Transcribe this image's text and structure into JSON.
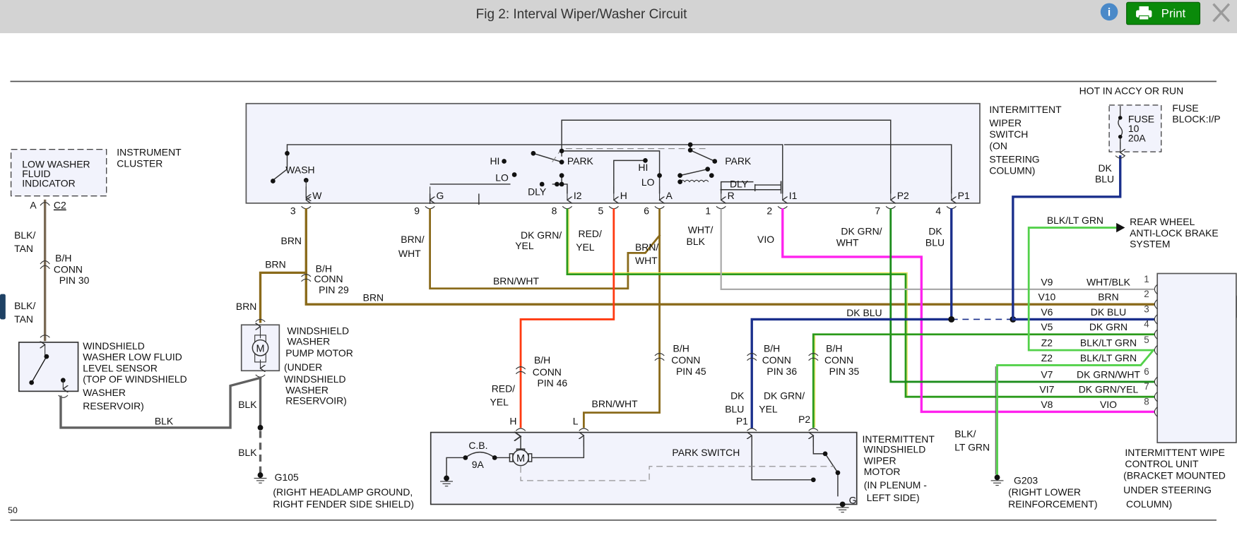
{
  "window": {
    "title": "Fig 2: Interval Wiper/Washer Circuit",
    "info_icon": "info-icon",
    "print_label": "Print",
    "print_icon": "printer-icon",
    "close_icon": "close-icon",
    "prev_icon": "chevron-left-icon",
    "next_icon": "play-right-icon",
    "page_fragment": "50"
  },
  "colors": {
    "header_bg": "#d3d3d3",
    "print_button": "#0a8a0a",
    "info_icon": "#4a89c8",
    "component_fill": "#f2f3fc",
    "wire_brn": "#8a6a1a",
    "wire_brn_wht": "#8a6a1a",
    "wire_blk_tan": "#7a6a55",
    "wire_blk": "#606060",
    "wire_red_yel": "#ff3a10",
    "wire_dk_grn": "#1c8c1c",
    "wire_dk_grn_yel": "#2a9a1a",
    "wire_lt_grn": "#53d14a",
    "wire_vio": "#ff22ee",
    "wire_dk_blu": "#1a2f8c",
    "wire_wht_blk": "#aaaaaa"
  },
  "labels": {
    "instrument_cluster": [
      "INSTRUMENT",
      "CLUSTER"
    ],
    "low_washer_indicator": [
      "LOW WASHER",
      "FLUID",
      "INDICATOR"
    ],
    "cluster_pin_a": "A",
    "cluster_conn_c2": "C2",
    "blk_tan_1": [
      "BLK/",
      "TAN"
    ],
    "blk_tan_2": [
      "BLK/",
      "TAN"
    ],
    "bh_pin30": [
      "B/H",
      "CONN",
      "PIN 30"
    ],
    "low_fluid_sensor": [
      "WINDSHIELD",
      "WASHER LOW FLUID",
      "LEVEL SENSOR",
      "(TOP OF WINDSHIELD",
      "WASHER",
      "RESERVOIR)"
    ],
    "blk_bottom": "BLK",
    "pump_motor": [
      "WINDSHIELD",
      "WASHER",
      "PUMP MOTOR",
      "(UNDER",
      "WINDSHIELD",
      "WASHER",
      "RESERVOIR)"
    ],
    "motor_m": "M",
    "brn_a": "BRN",
    "brn_b": "BRN",
    "brn_c": "BRN",
    "brn_d": "BRN",
    "bh_pin29": [
      "B/H",
      "CONN",
      "PIN 29"
    ],
    "blk_pump1": "BLK",
    "blk_pump2": "BLK",
    "g105": "G105",
    "g105_desc": [
      "(RIGHT HEADLAMP GROUND,",
      "RIGHT FENDER SIDE SHIELD)"
    ],
    "switch_title": [
      "INTERMITTENT",
      "WIPER",
      "SWITCH",
      "(ON",
      "STEERING",
      "COLUMN)"
    ],
    "sw_wash": "WASH",
    "sw_hi1": "HI",
    "sw_lo1": "LO",
    "sw_dly1": "DLY",
    "sw_park1": "PARK",
    "sw_hi2": "HI",
    "sw_lo2": "LO",
    "sw_park2": "PARK",
    "sw_dly2": "DLY",
    "terminals": [
      {
        "pin": "3",
        "term": "W"
      },
      {
        "pin": "9",
        "term": "G"
      },
      {
        "pin": "8",
        "term": "I2"
      },
      {
        "pin": "5",
        "term": "H"
      },
      {
        "pin": "6",
        "term": "A"
      },
      {
        "pin": "1",
        "term": "R"
      },
      {
        "pin": "2",
        "term": "I1"
      },
      {
        "pin": "7",
        "term": "P2"
      },
      {
        "pin": "4",
        "term": "P1"
      }
    ],
    "brn_wht_9": [
      "BRN/",
      "WHT"
    ],
    "dk_grn_yel_8": [
      "DK GRN/",
      "YEL"
    ],
    "red_yel_5": [
      "RED/",
      "YEL"
    ],
    "brn_wht_6": [
      "BRN/",
      "WHT"
    ],
    "wht_blk_1": [
      "WHT/",
      "BLK"
    ],
    "vio_2": "VIO",
    "dk_grn_wht_7": [
      "DK GRN/",
      "WHT"
    ],
    "dk_blu_4": [
      "DK",
      "BLU"
    ],
    "brn_wht_h": "BRN/WHT",
    "dk_blu_h": "DK BLU",
    "hot_in": "HOT IN ACCY OR RUN",
    "fuse": [
      "FUSE",
      "10",
      "20A"
    ],
    "fuse_block": [
      "FUSE",
      "BLOCK:I/P"
    ],
    "fuse_dk_blu": [
      "DK",
      "BLU"
    ],
    "blk_lt_grn_abs": "BLK/LT GRN",
    "abs": [
      "REAR WHEEL",
      "ANTI-LOCK BRAKE",
      "SYSTEM"
    ],
    "bh_pin46": [
      "B/H",
      "CONN",
      "PIN 46"
    ],
    "red_yel_motor": [
      "RED/",
      "YEL"
    ],
    "bh_pin45": [
      "B/H",
      "CONN",
      "PIN 45"
    ],
    "brn_wht_motor": "BRN/WHT",
    "bh_pin36": [
      "B/H",
      "CONN",
      "PIN 36"
    ],
    "bh_pin35": [
      "B/H",
      "CONN",
      "PIN 35"
    ],
    "dk_blu_motor": [
      "DK",
      "BLU"
    ],
    "dk_grn_yel_motor": [
      "DK GRN/",
      "YEL"
    ],
    "motor_terms": {
      "h": "H",
      "l": "L",
      "p1": "P1",
      "p2": "P2",
      "g": "G"
    },
    "cb": "C.B.",
    "cb_rating": "9A",
    "park_switch": "PARK SWITCH",
    "wiper_motor": [
      "INTERMITTENT",
      "WINDSHIELD",
      "WIPER",
      "MOTOR",
      "(IN PLENUM -",
      " LEFT SIDE)"
    ],
    "blk_lt_grn_g203": [
      "BLK/",
      "LT GRN"
    ],
    "g203": "G203",
    "g203_desc": [
      "(RIGHT LOWER",
      "REINFORCEMENT)"
    ],
    "control_unit": [
      "INTERMITTENT WIPE",
      "CONTROL UNIT",
      "(BRACKET MOUNTED",
      "UNDER STEERING",
      " COLUMN)"
    ],
    "control_pins": [
      {
        "circuit": "V9",
        "color": "WHT/BLK",
        "pin": "1"
      },
      {
        "circuit": "V10",
        "color": "BRN",
        "pin": "2"
      },
      {
        "circuit": "V6",
        "color": "DK BLU",
        "pin": "3"
      },
      {
        "circuit": "V5",
        "color": "DK GRN",
        "pin": "4"
      },
      {
        "circuit": "Z2",
        "color": "BLK/LT GRN",
        "pin": "5"
      },
      {
        "circuit": "Z2",
        "color": "BLK/LT GRN",
        "pin": ""
      },
      {
        "circuit": "V7",
        "color": "DK GRN/WHT",
        "pin": "6"
      },
      {
        "circuit": "VI7",
        "color": "DK GRN/YEL",
        "pin": "7"
      },
      {
        "circuit": "V8",
        "color": "VIO",
        "pin": "8"
      }
    ]
  }
}
